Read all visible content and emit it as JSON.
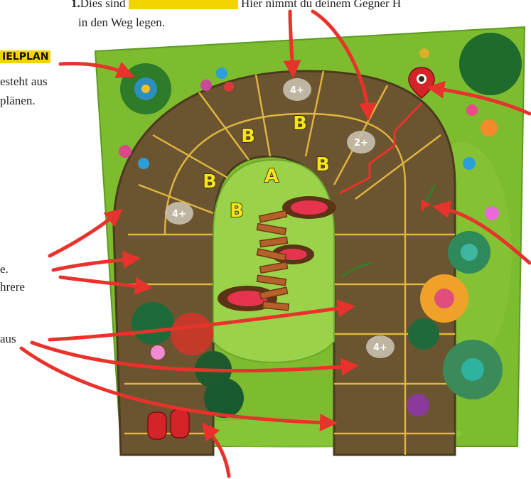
{
  "top_caption": {
    "line1_prefix": "1.",
    "line1_text": "Dies sind",
    "line1_highlight": "",
    "line1_rest": "Hier nimmt du deinem Gegner H",
    "line2": "in den Weg legen."
  },
  "left_callouts": {
    "spielplan_label": "IELPLAN",
    "spielplan_text_1": "esteht aus",
    "spielplan_text_2": "plänen.",
    "side_text_1": "e.",
    "side_text_2": "hrere",
    "side_text_3": "aus"
  },
  "board": {
    "tile_letters": [
      "B",
      "B",
      "B",
      "A",
      "B",
      "B"
    ],
    "markers": [
      "4+",
      "2+",
      "4+",
      "4+"
    ]
  },
  "colors": {
    "grass": "#7dbb2f",
    "grass_dark": "#5e9a22",
    "path": "#6b5530",
    "path_line": "#e0b640",
    "arrow": "#e8322c",
    "highlight": "#f4d400"
  }
}
